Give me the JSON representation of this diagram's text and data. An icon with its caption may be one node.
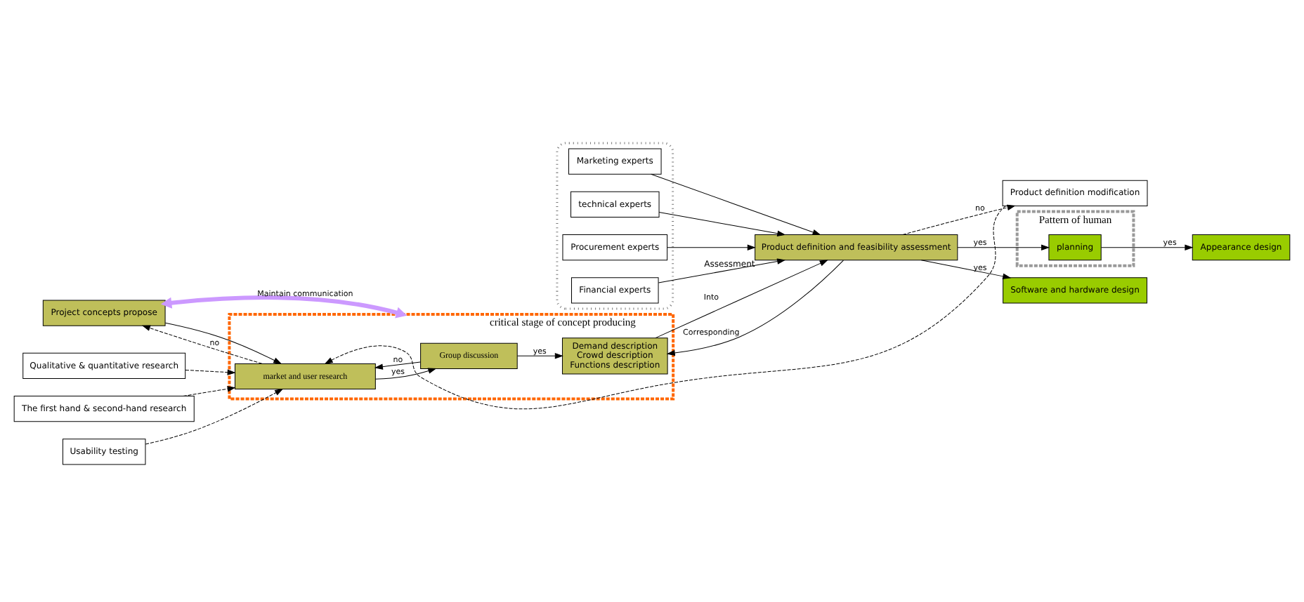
{
  "diagram": {
    "nodes": [
      {
        "text": [],
        "shape": "box"
      },
      {
        "text": [
          "Financial experts"
        ],
        "in": 0
      },
      {
        "text": [
          "Marketing experts"
        ],
        "in": 0
      },
      {
        "text": [
          "technical experts"
        ],
        "in": 0
      },
      {
        "text": [
          "Procurement experts"
        ],
        "in": 0
      },
      {
        "text": [
          "Project concepts propose"
        ]
      },
      {
        "text": [
          "Qualitative & quantitative research"
        ]
      },
      {
        "text": [
          "The first hand & second-hand research"
        ]
      },
      {
        "text": [
          "Usability testing"
        ]
      },
      {
        "text": [
          "critical stage of concept producing"
        ]
      },
      {
        "text": [
          "market and user research"
        ],
        "in": 9
      },
      {
        "text": [
          "Group discussion"
        ],
        "in": 9
      },
      {
        "text": [
          "Demand description",
          "Crowd description",
          "Functions description"
        ],
        "in": 9
      },
      {
        "text": [
          "Product definition and feasibility assessment"
        ],
        "beside": [
          "Assessment"
        ]
      },
      {
        "text": [
          "Pattern of human"
        ]
      },
      {
        "text": [
          "planning"
        ],
        "in": 14
      },
      {
        "text": [
          "Appearance design"
        ]
      },
      {
        "text": [
          "Software and hardware design"
        ]
      },
      {
        "text": [
          "Product definition modification"
        ]
      }
    ],
    "edges": [
      {
        "from": 1,
        "to": 13,
        "arrow": "to"
      },
      {
        "from": 2,
        "to": 13,
        "arrow": "to"
      },
      {
        "from": 3,
        "to": 13,
        "arrow": "to"
      },
      {
        "from": 4,
        "to": 13,
        "arrow": "to"
      },
      {
        "from": 5,
        "to": 9,
        "arrow": "both",
        "label": "Maintain communication",
        "style": "thick",
        "color": "#cc99ff"
      },
      {
        "from": 5,
        "to": 10,
        "arrow": "to"
      },
      {
        "from": 10,
        "to": 5,
        "arrow": "to",
        "label": "no",
        "style": "dashed"
      },
      {
        "from": 6,
        "to": 10,
        "arrow": "to",
        "style": "dashed"
      },
      {
        "from": 7,
        "to": 10,
        "arrow": "to",
        "style": "dashed"
      },
      {
        "from": 8,
        "to": 10,
        "arrow": "to",
        "style": "dashed"
      },
      {
        "from": 10,
        "to": 11,
        "arrow": "to",
        "label": "yes"
      },
      {
        "from": 11,
        "to": 10,
        "arrow": "to",
        "label": "no"
      },
      {
        "from": 11,
        "to": 12,
        "arrow": "to",
        "label": "yes"
      },
      {
        "from": 12,
        "to": 13,
        "arrow": "to",
        "label": "Into"
      },
      {
        "from": 13,
        "to": 12,
        "arrow": "to",
        "label": "Corresponding"
      },
      {
        "from": 13,
        "to": 15,
        "arrow": "to",
        "label": "yes"
      },
      {
        "from": 15,
        "to": 16,
        "arrow": "to",
        "label": "yes"
      },
      {
        "from": 13,
        "to": 17,
        "arrow": "to",
        "label": "yes"
      },
      {
        "from": 13,
        "to": 18,
        "arrow": "to",
        "label": "no",
        "style": "dashed"
      },
      {
        "from": 18,
        "to": 10,
        "arrow": "to",
        "style": "dashed"
      }
    ]
  }
}
